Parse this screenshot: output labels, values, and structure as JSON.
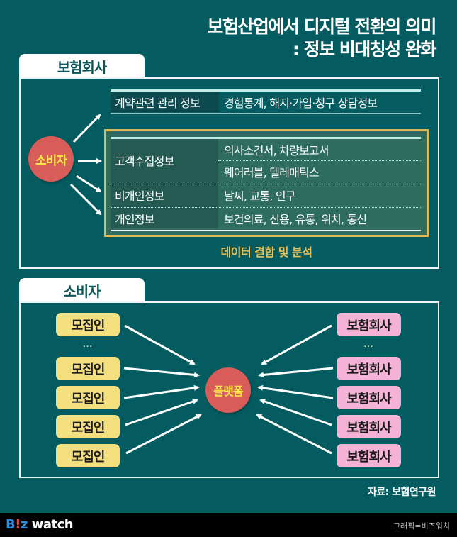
{
  "title": {
    "line1": "보험산업에서 디지털 전환의 의미",
    "line2": ": 정보 비대칭성 완화"
  },
  "colors": {
    "background": "#045c60",
    "circle": "#d85d58",
    "circle_text": "#ffe94a",
    "gold": "#d9b95a",
    "yellow_pill": "#f4df7e",
    "pink_pill": "#f4b2d6"
  },
  "top_section": {
    "tab_label": "보험회사",
    "consumer_label": "소비자",
    "contract_row": {
      "label": "계약관련 관리 정보",
      "value": "경험통계, 해지·가입·청구 상담정보"
    },
    "data_rows": [
      {
        "label": "고객수집정보",
        "values": [
          "의사소견서, 차량보고서",
          "웨어러블, 텔레매틱스"
        ]
      },
      {
        "label": "비개인정보",
        "values": [
          "날씨, 교통, 인구"
        ]
      },
      {
        "label": "개인정보",
        "values": [
          "보건의료, 신용, 유통, 위치, 통신"
        ]
      }
    ],
    "caption": "데이터 결합 및 분석"
  },
  "bottom_section": {
    "tab_label": "소비자",
    "platform_label": "플랫폼",
    "left_items": [
      "모집인",
      "…",
      "모집인",
      "모집인",
      "모집인",
      "모집인"
    ],
    "right_items": [
      "보험회사",
      "…",
      "보험회사",
      "보험회사",
      "보험회사",
      "보험회사"
    ]
  },
  "source": "자료: 보험연구원",
  "footer": {
    "logo_b": "B",
    "logo_bang": "!",
    "logo_z": "z",
    "logo_watch": "watch",
    "credit": "그래픽=비즈워치"
  }
}
